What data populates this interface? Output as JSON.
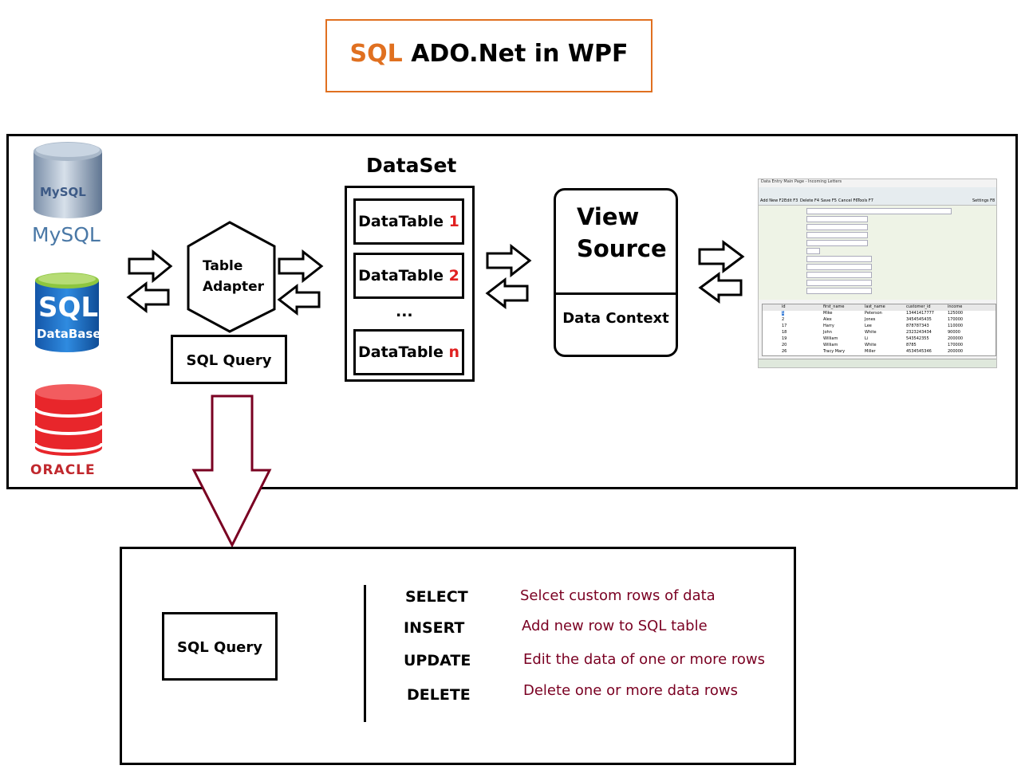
{
  "title": {
    "accent": "SQL",
    "rest": " ADO.Net in WPF"
  },
  "logos": {
    "mysql_text": "MySQL",
    "sql_text": "SQL",
    "sql_sub": "DataBase",
    "oracle_text": "ORACLE"
  },
  "table_adapter": {
    "line1": "Table",
    "line2": "Adapter"
  },
  "sql_query_label": "SQL Query",
  "dataset": {
    "title": "DataSet",
    "tables": [
      {
        "label": "DataTable",
        "num": "1"
      },
      {
        "label": "DataTable",
        "num": "2"
      },
      {
        "label": "DataTable",
        "num": "n"
      }
    ],
    "ellipsis": "..."
  },
  "view_source": {
    "line1": "View",
    "line2": "Source",
    "context": "Data Context"
  },
  "screenshot": {
    "window_title": "Data Entry Main Page - Incoming Letters",
    "toolbar": [
      "Add New F2",
      "Edit F3",
      "Delete F4",
      "Save F5",
      "Cancel F6",
      "Tools F7",
      "Settings F8"
    ],
    "columns": [
      "id",
      "first_name",
      "last_name",
      "customer_id",
      "income"
    ],
    "rows": [
      [
        "1",
        "Mike",
        "Peterson",
        "13441417777",
        "125000"
      ],
      [
        "2",
        "Alex",
        "Jones",
        "3454545435",
        "170000"
      ],
      [
        "17",
        "Harry",
        "Lee",
        "878787343",
        "110000"
      ],
      [
        "18",
        "John",
        "White",
        "2323243434",
        "90000"
      ],
      [
        "19",
        "William",
        "Li",
        "543542355",
        "200000"
      ],
      [
        "20",
        "William",
        "White",
        "8785",
        "170000"
      ],
      [
        "26",
        "Tracy Mary",
        "Miller",
        "4534545346",
        "200000"
      ]
    ]
  },
  "operations": [
    {
      "op": "SELECT",
      "desc": "Selcet custom rows of data"
    },
    {
      "op": "INSERT",
      "desc": "Add new row to SQL table"
    },
    {
      "op": "UPDATE",
      "desc": "Edit the data of one or more rows"
    },
    {
      "op": "DELETE",
      "desc": "Delete one or more data rows"
    }
  ],
  "colors": {
    "accent": "#e07020",
    "red": "#e02020",
    "maroon": "#7a0022",
    "sql_blue": "#1a6fc4",
    "sql_green": "#8dc63f",
    "oracle_red": "#e8262b"
  },
  "icons": [
    "mysql-logo",
    "sql-database-logo",
    "oracle-logo",
    "arrow-right",
    "arrow-left",
    "arrow-down"
  ]
}
